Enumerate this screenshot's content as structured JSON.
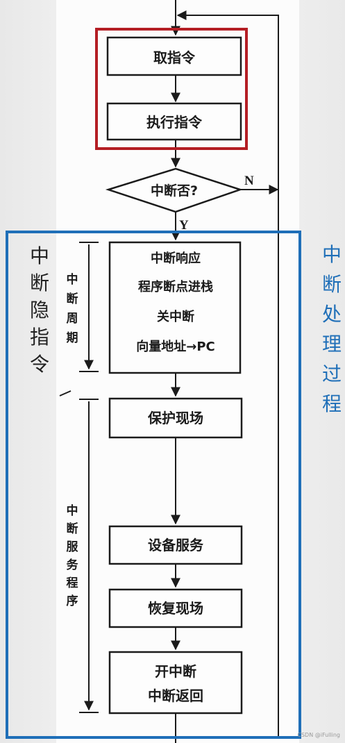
{
  "flow": {
    "fetch": "取指令",
    "execute": "执行指令",
    "decision": "中断否?",
    "no_label": "N",
    "yes_label": "Y",
    "cycle_lines": [
      "中断响应",
      "程序断点进栈",
      "关中断",
      "向量地址→PC"
    ],
    "save": "保护现场",
    "service": "设备服务",
    "restore": "恢复现场",
    "return_lines": [
      "开中断",
      "中断返回"
    ]
  },
  "labels": {
    "interrupt_cycle": [
      "中",
      "断",
      "周",
      "期"
    ],
    "service_routine": [
      "中",
      "断",
      "服",
      "务",
      "程",
      "序"
    ],
    "implicit_instruction": [
      "中",
      "断",
      "隐",
      "指",
      "令"
    ],
    "processing": [
      "中",
      "断",
      "处",
      "理",
      "过",
      "程"
    ]
  },
  "watermark": "CSDN @iFulling",
  "colors": {
    "red_box": "#b41e24",
    "blue_box": "#1f6fb8",
    "blue_text": "#1f6fb8",
    "ink": "#1b1b1b"
  }
}
